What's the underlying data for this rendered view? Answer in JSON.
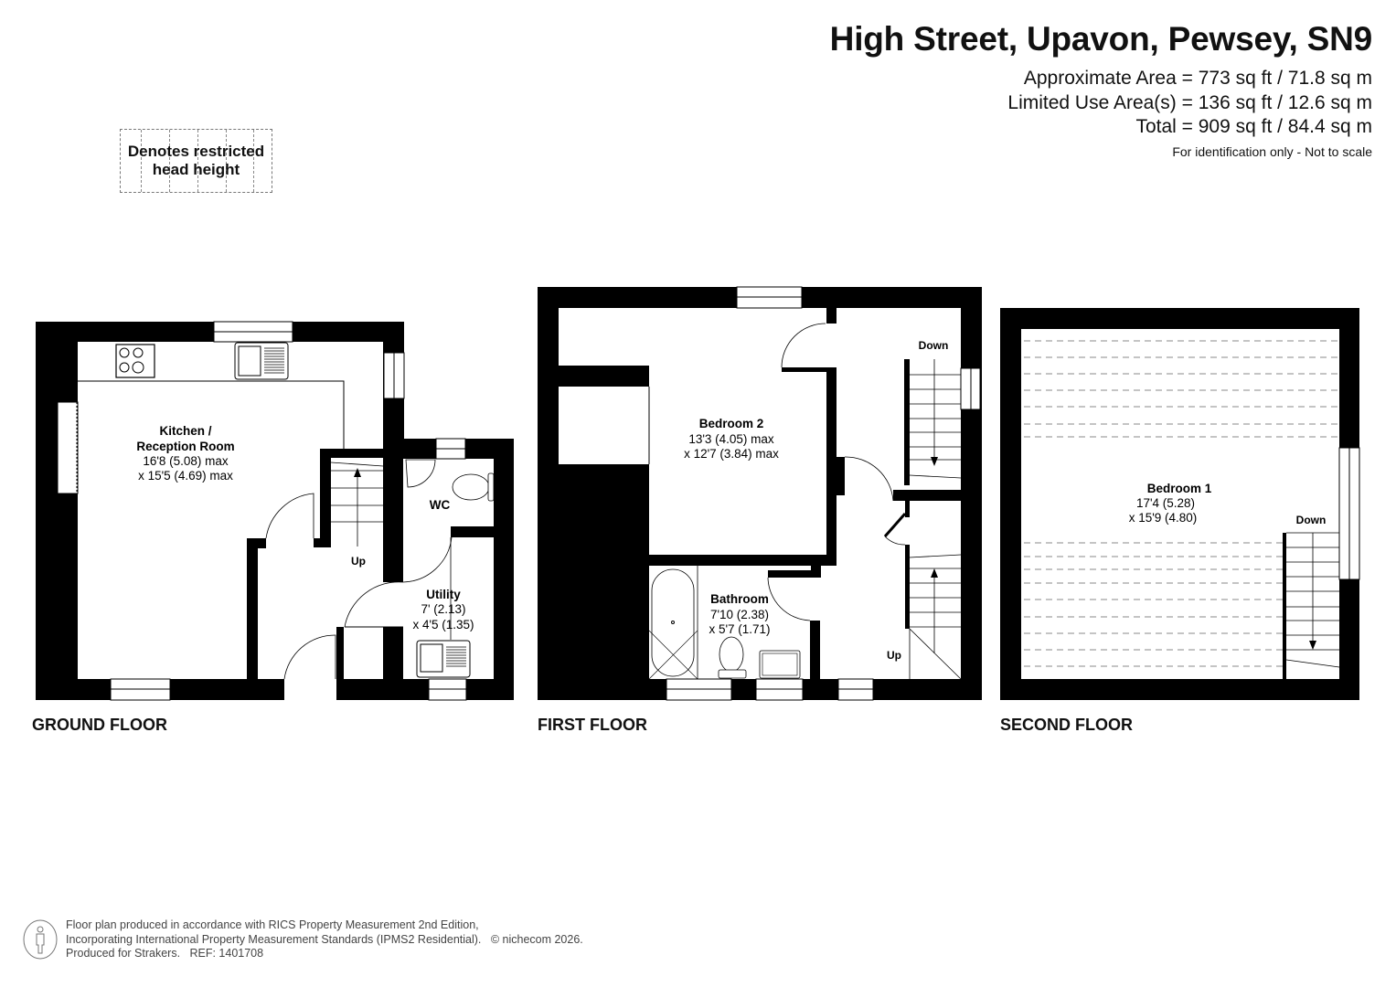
{
  "header": {
    "title": "High Street, Upavon, Pewsey, SN9",
    "approx_area": "Approximate Area = 773 sq ft / 71.8 sq m",
    "limited_use_area": "Limited Use Area(s) = 136 sq ft / 12.6 sq m",
    "total": "Total = 909 sq ft / 84.4 sq m",
    "disclaimer": "For identification only - Not to scale"
  },
  "legend": {
    "label_line1": "Denotes restricted",
    "label_line2": "head height"
  },
  "floors": {
    "ground": {
      "label": "GROUND FLOOR",
      "rooms": {
        "kitchen": {
          "name_line1": "Kitchen /",
          "name_line2": "Reception Room",
          "dim1": "16'8 (5.08) max",
          "dim2": "x 15'5 (4.69) max"
        },
        "wc": {
          "name": "WC"
        },
        "utility": {
          "name": "Utility",
          "dim1": "7' (2.13)",
          "dim2": "x 4'5 (1.35)"
        }
      },
      "stairs_label": "Up"
    },
    "first": {
      "label": "FIRST FLOOR",
      "rooms": {
        "bedroom2": {
          "name": "Bedroom 2",
          "dim1": "13'3 (4.05) max",
          "dim2": "x 12'7 (3.84) max"
        },
        "bathroom": {
          "name": "Bathroom",
          "dim1": "7'10 (2.38)",
          "dim2": "x 5'7 (1.71)"
        }
      },
      "stairs_down_label": "Down",
      "stairs_up_label": "Up"
    },
    "second": {
      "label": "SECOND FLOOR",
      "rooms": {
        "bedroom1": {
          "name": "Bedroom 1",
          "dim1": "17'4 (5.28)",
          "dim2": "x 15'9 (4.80)"
        }
      },
      "stairs_down_label": "Down"
    }
  },
  "footer": {
    "line1": "Floor plan produced in accordance with RICS Property Measurement 2nd Edition,",
    "line2": "Incorporating International Property Measurement Standards (IPMS2 Residential).",
    "copyright": "© nichecom 2026.",
    "line3": "Produced for Strakers.   REF: 1401708",
    "icon": "person-icon"
  },
  "colors": {
    "wall": "#000000",
    "background": "#ffffff",
    "dash": "#888888"
  }
}
